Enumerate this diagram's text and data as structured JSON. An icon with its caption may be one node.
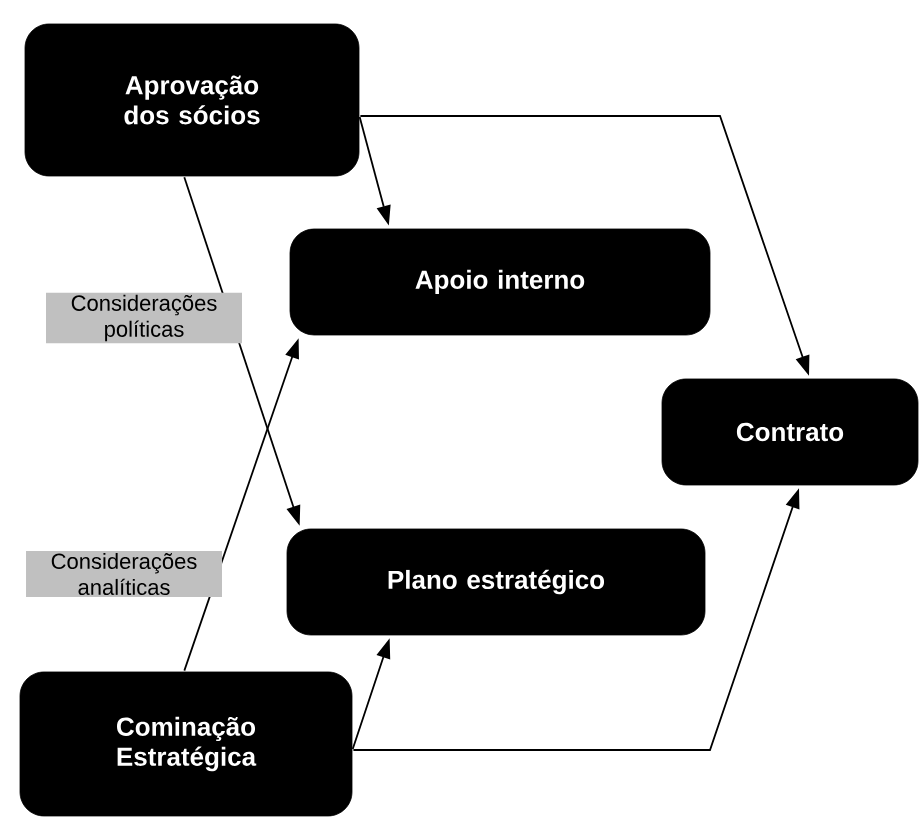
{
  "diagram": {
    "nodes": [
      {
        "text": [
          "Aprovação dos sócios"
        ]
      },
      {
        "text": [
          "Apoio interno"
        ]
      },
      {
        "text": [
          "Contrato"
        ]
      },
      {
        "text": [
          "Plano estratégico"
        ]
      },
      {
        "text": [
          "Cominação Estratégica"
        ]
      }
    ],
    "edges": [
      {
        "from": 0,
        "to": 1,
        "arrow": "to"
      },
      {
        "from": 0,
        "to": 2,
        "arrow": "to"
      },
      {
        "from": 0,
        "to": 3,
        "arrow": "to",
        "label": "Considerações políticas"
      },
      {
        "from": 4,
        "to": 1,
        "arrow": "to",
        "label": "Considerações analíticas"
      },
      {
        "from": 4,
        "to": 3,
        "arrow": "to"
      },
      {
        "from": 4,
        "to": 2,
        "arrow": "to"
      }
    ]
  }
}
